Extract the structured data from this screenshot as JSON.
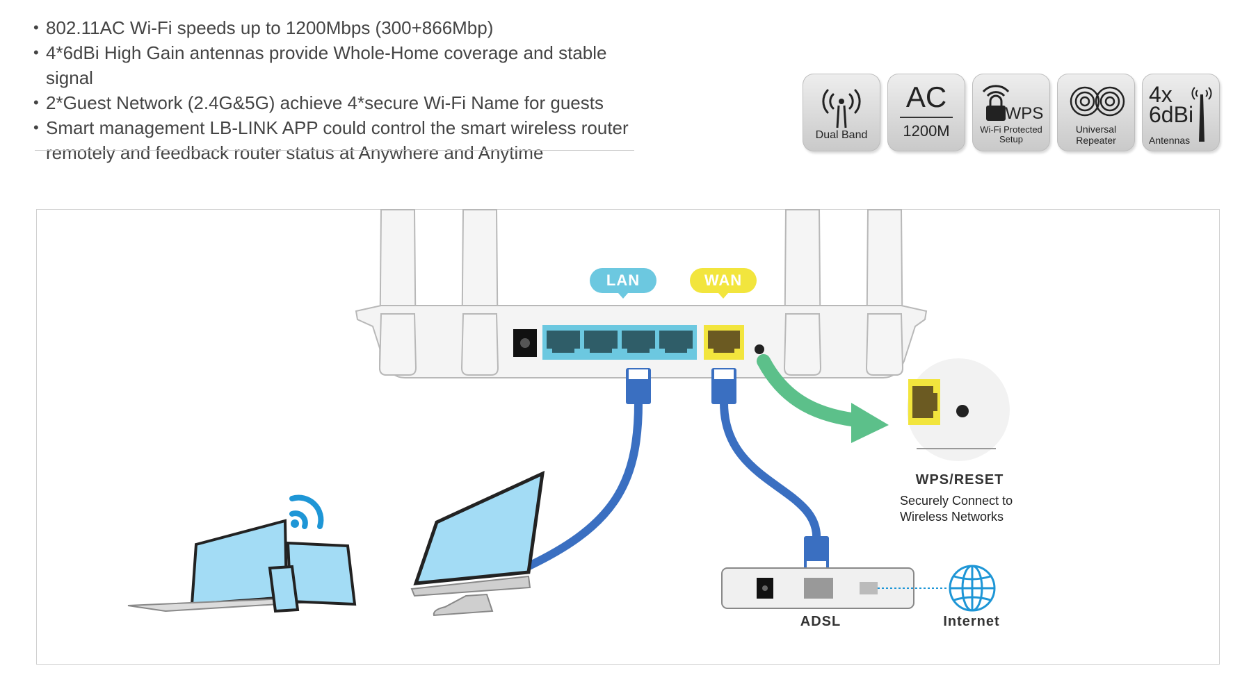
{
  "features": [
    "802.11AC Wi-Fi speeds up to 1200Mbps (300+866Mbp)",
    "4*6dBi High Gain antennas provide Whole-Home coverage and stable signal",
    "2*Guest Network (2.4G&5G) achieve 4*secure Wi-Fi Name for guests",
    "Smart management LB-LINK APP could control the smart wireless router",
    "remotely and feedback router status at Anywhere and Anytime"
  ],
  "badges": {
    "dual_band": "Dual Band",
    "ac_big": "AC",
    "ac_small": "1200M",
    "wps_big": "WPS",
    "wps_small_1": "Wi-Fi Protected",
    "wps_small_2": "Setup",
    "repeater_1": "Universal",
    "repeater_2": "Repeater",
    "antenna_big_1": "4x",
    "antenna_big_2": "6dBi",
    "antenna_small": "Antennas"
  },
  "diagram": {
    "lan_label": "LAN",
    "wan_label": "WAN",
    "wps_title": "WPS/RESET",
    "wps_desc_1": "Securely Connect to",
    "wps_desc_2": "Wireless Networks",
    "adsl_label": "ADSL",
    "internet_label": "Internet"
  },
  "colors": {
    "lan": "#6cc8e0",
    "wan": "#f2e53d",
    "cable": "#3a6fc1",
    "arrow": "#5cc08a",
    "screen": "#a3dcf5",
    "wifi": "#1e96d6"
  }
}
